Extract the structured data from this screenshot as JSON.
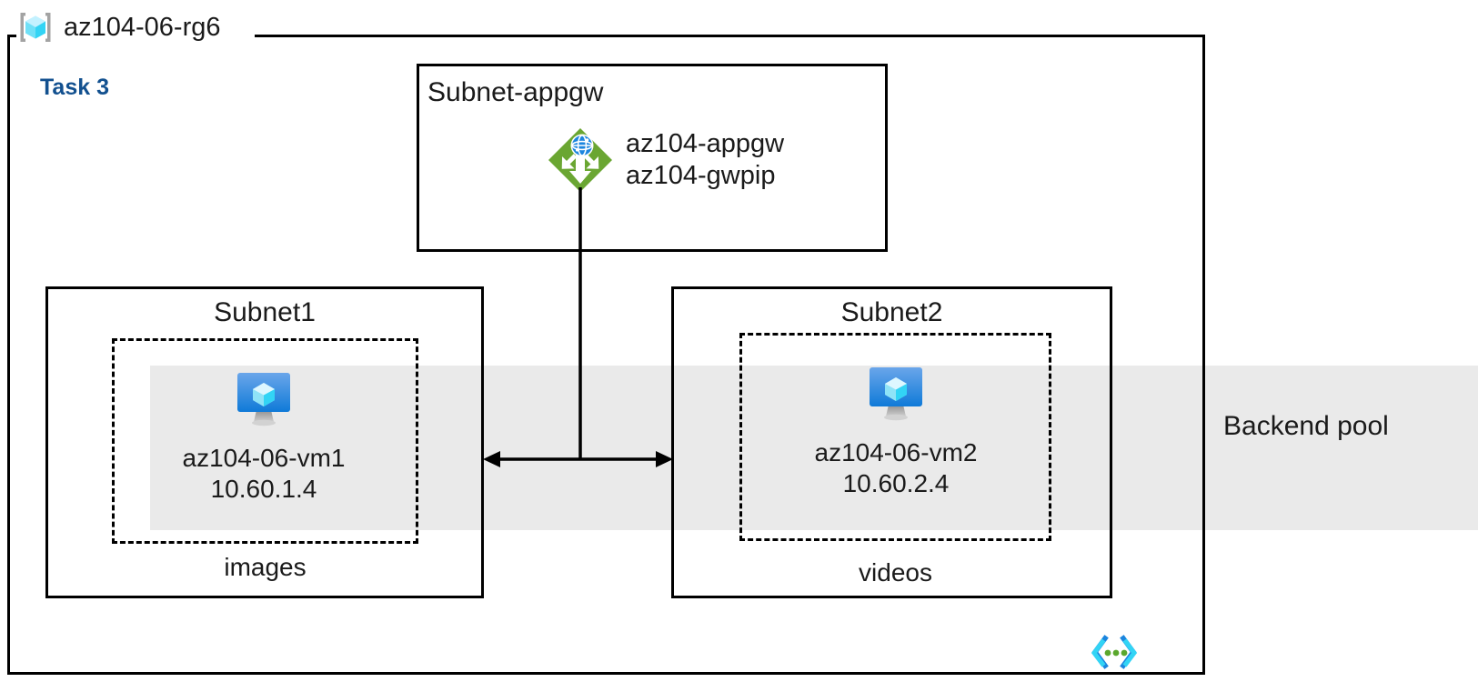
{
  "diagram": {
    "resource_group": {
      "name": "az104-06-rg6",
      "icon": "resource-group-cube-icon"
    },
    "task_label": "Task 3",
    "backend_pool": {
      "label": "Backend pool",
      "band_color": "#eaeaea"
    },
    "subnets": [
      {
        "id": "subnet-appgw",
        "title": "Subnet-appgw",
        "resource": {
          "icon": "application-gateway-icon",
          "icon_color": "#6aa632",
          "labels": [
            "az104-appgw",
            "az104-gwpip"
          ]
        }
      },
      {
        "id": "subnet1",
        "title": "Subnet1",
        "storage_label": "images",
        "vm": {
          "icon": "virtual-machine-icon",
          "name": "az104-06-vm1",
          "ip": "10.60.1.4"
        }
      },
      {
        "id": "subnet2",
        "title": "Subnet2",
        "storage_label": "videos",
        "vm": {
          "icon": "virtual-machine-icon",
          "name": "az104-06-vm2",
          "ip": "10.60.2.4"
        }
      }
    ],
    "footer_icon": "code-brackets-icon",
    "colors": {
      "task_text": "#12508f",
      "border": "#000000",
      "backend_band": "#eaeaea",
      "appgw_green": "#6aa632",
      "vm_blue": "#0f7ad8",
      "rg_cube_cyan": "#50e6ff"
    }
  }
}
